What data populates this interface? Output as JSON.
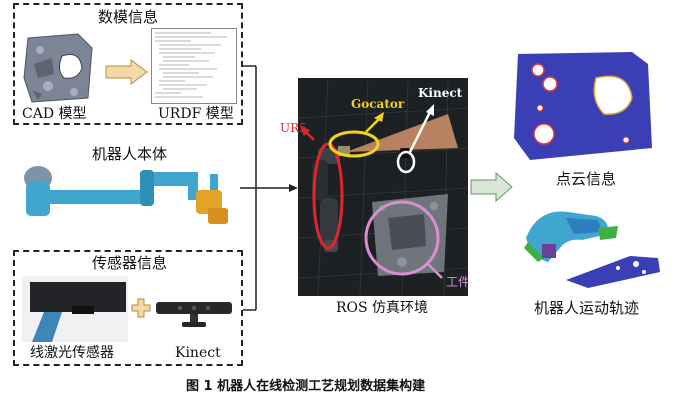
{
  "cad_box": {
    "title": "数模信息",
    "cad_label": "CAD 模型",
    "urdf_label": "URDF 模型"
  },
  "robot": {
    "title": "机器人本体"
  },
  "sensor_box": {
    "title": "传感器信息",
    "laser_label": "线激光传感器",
    "kinect_label": "Kinect"
  },
  "sim": {
    "ur5": "UR5",
    "gocator": "Gocator",
    "kinect": "Kinect",
    "workpiece": "工件",
    "caption": "ROS 仿真环境"
  },
  "outputs": {
    "pointcloud": "点云信息",
    "trajectory": "机器人运动轨迹"
  },
  "figure_caption": "图 1   机器人在线检测工艺规划数据集构建",
  "colors": {
    "ur5": "#e0262b",
    "gocator": "#f2d21c",
    "workpiece": "#d88fd0",
    "kinect_beam": "#c98d69",
    "robot_arm": "#3fa6cf",
    "pointcloud": "#3b3fb5",
    "arrow_fill": "#d7e6d5"
  }
}
